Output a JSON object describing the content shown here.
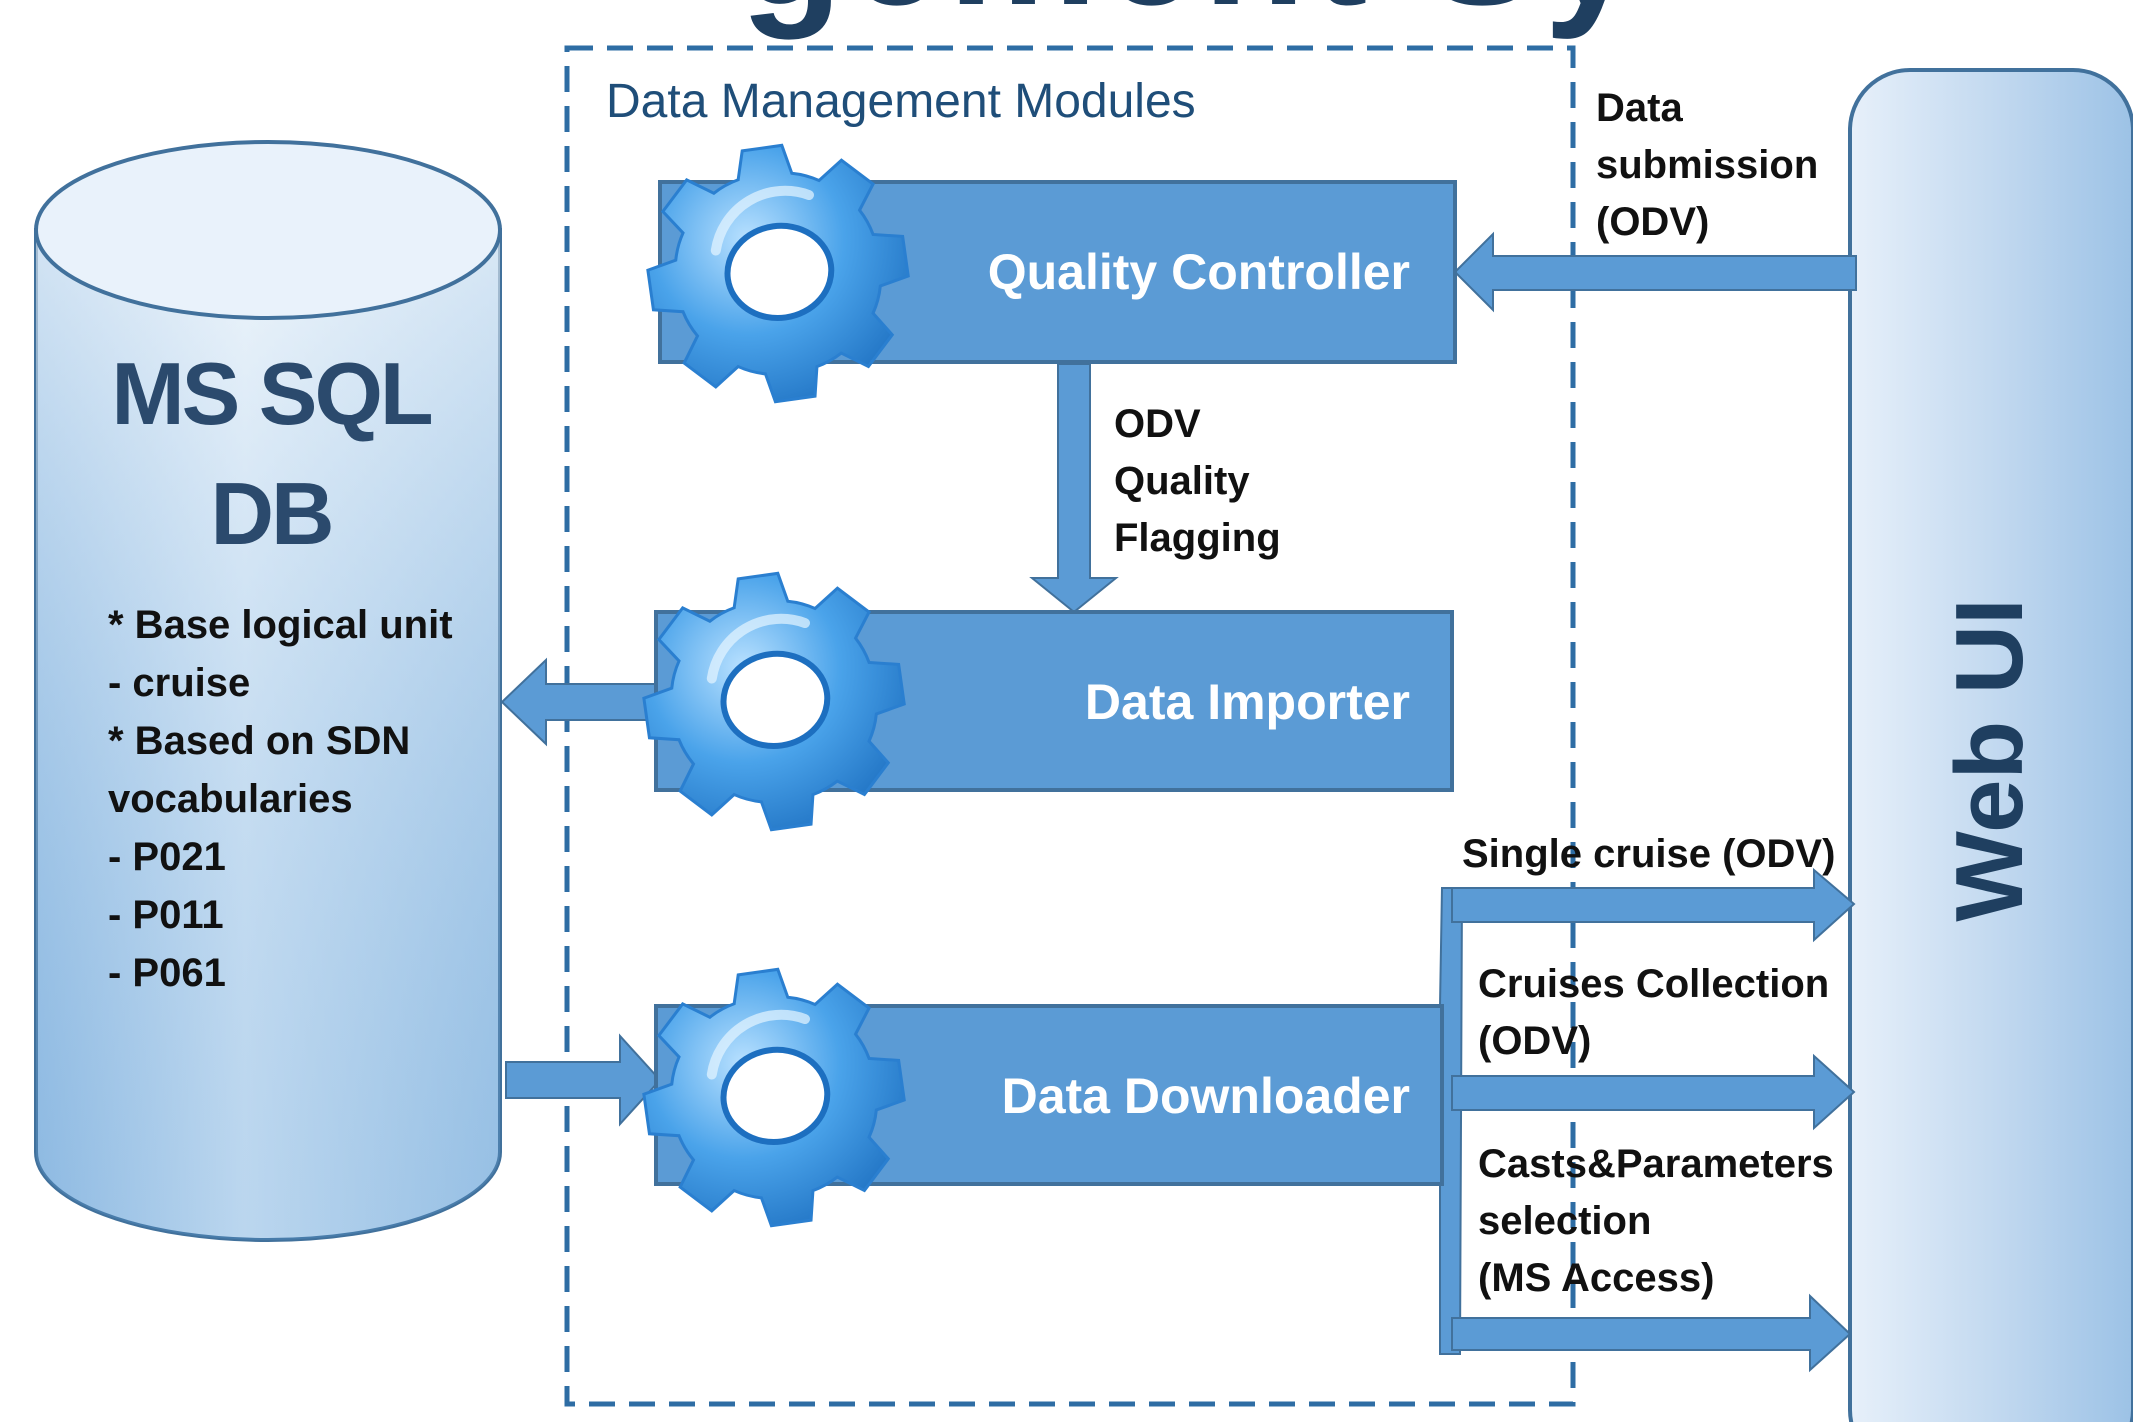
{
  "title_fragment": "gement Sy",
  "group_label": "Data Management Modules",
  "database": {
    "title_line1": "MS SQL",
    "title_line2": "DB",
    "notes": [
      "* Base logical unit",
      "- cruise",
      "* Based on SDN",
      "vocabularies",
      "- P021",
      "- P011",
      "- P061"
    ]
  },
  "modules": {
    "quality_controller": {
      "label": "Quality Controller",
      "icon": "gear-icon"
    },
    "data_importer": {
      "label": "Data Importer",
      "icon": "gear-icon"
    },
    "data_downloader": {
      "label": "Data Downloader",
      "icon": "gear-icon"
    }
  },
  "flows": {
    "data_submission": [
      "Data",
      "submission",
      "(ODV)"
    ],
    "odv_quality_flagging": [
      "ODV",
      "Quality",
      "Flagging"
    ],
    "single_cruise": "Single cruise (ODV)",
    "cruises_collection": [
      "Cruises Collection",
      "(ODV)"
    ],
    "casts_parameters": [
      "Casts&Parameters",
      "selection",
      "(MS Access)"
    ]
  },
  "web_ui": {
    "label": "Web UI"
  },
  "colors": {
    "box_fill": "#5b9bd5",
    "box_border": "#41719c",
    "arrow_fill": "#5b9bd5",
    "dashed_border": "#2e6da4",
    "text_dark": "#1f3f60",
    "gear": "#4aa3ea"
  }
}
